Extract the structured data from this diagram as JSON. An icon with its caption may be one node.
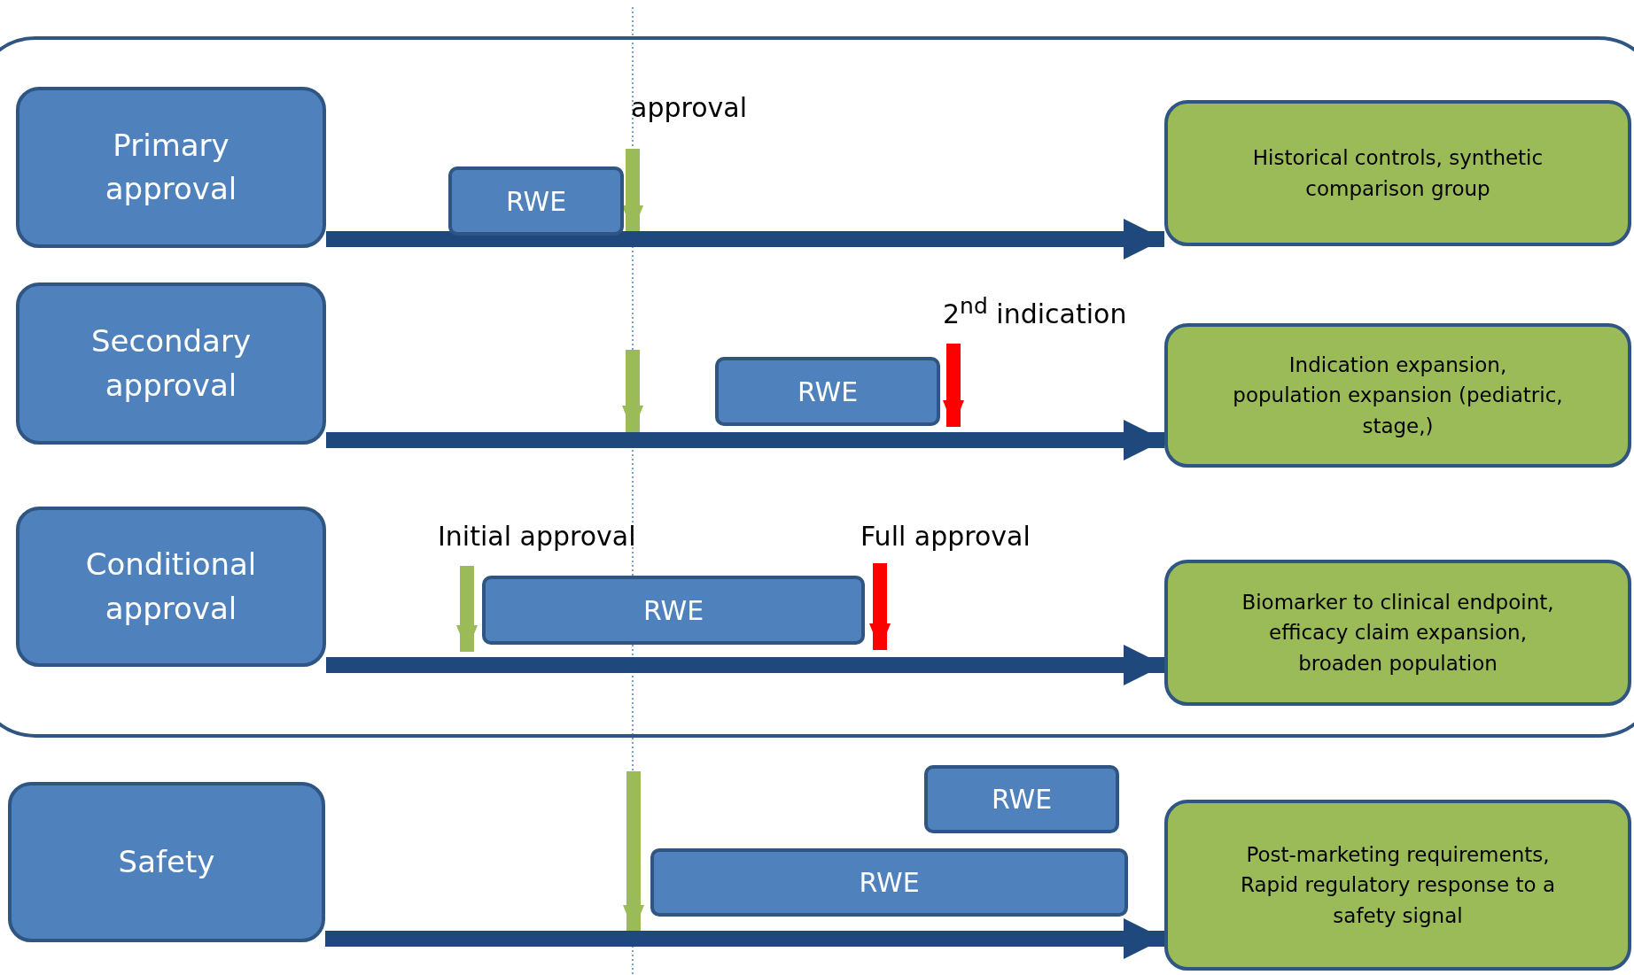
{
  "diagram": {
    "nodes": [
      {
        "text": [],
        "shape": "box"
      },
      {
        "text": [
          "Primary approval"
        ],
        "in": 0
      },
      {
        "text": [
          "RWE"
        ],
        "in": 0
      },
      {
        "text": [
          "Historical controls, synthetic comparison group"
        ],
        "in": 0
      },
      {
        "text": [
          "Secondary approval"
        ],
        "in": 0
      },
      {
        "text": [
          "RWE"
        ],
        "in": 0
      },
      {
        "text": [
          "Indication expansion, population expansion (pediatric, stage,)"
        ],
        "in": 0
      },
      {
        "text": [
          "Conditional approval"
        ],
        "in": 0
      },
      {
        "text": [
          "RWE"
        ],
        "in": 0
      },
      {
        "text": [
          "Biomarker to clinical endpoint, efficacy claim expansion, broaden population"
        ],
        "in": 0
      },
      {
        "text": [
          "Safety"
        ]
      },
      {
        "text": [
          "RWE"
        ]
      },
      {
        "text": [
          "RWE"
        ]
      },
      {
        "text": [
          "Post-marketing requirements, Rapid regulatory response to a safety signal"
        ]
      }
    ],
    "edges": [
      {
        "from": 1,
        "to": 3,
        "arrow": "to"
      },
      {
        "from": 4,
        "to": 6,
        "arrow": "to"
      },
      {
        "from": 7,
        "to": 9,
        "arrow": "to"
      },
      {
        "from": 10,
        "to": 13,
        "arrow": "to"
      }
    ],
    "labels": [
      "approval",
      "2$^{nd}$ indication",
      "Initial approval",
      "Full approval"
    ]
  }
}
